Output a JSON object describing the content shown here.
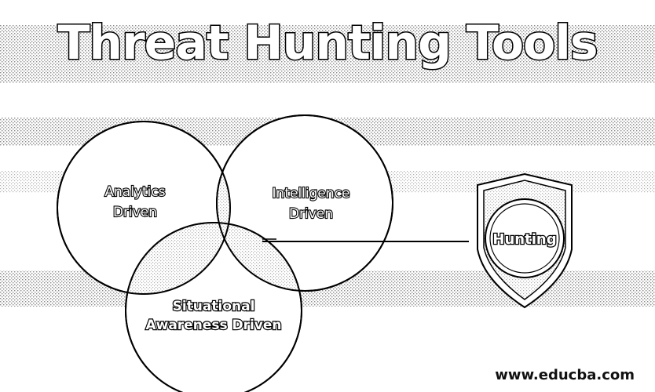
{
  "title": "Threat Hunting Tools",
  "circles": {
    "analytics": {
      "line1": "Analytics",
      "line2": "Driven"
    },
    "intelligence": {
      "line1": "Intelligence",
      "line2": "Driven"
    },
    "situational": {
      "line1": "Situational",
      "line2": "Awareness Driven"
    }
  },
  "shield": {
    "label": "Hunting",
    "icon": "shield-icon"
  },
  "footer": {
    "url": "www.educba.com"
  },
  "colors": {
    "background": "#ffffff",
    "stripe": "#bdbdbd",
    "outline": "#000000"
  }
}
